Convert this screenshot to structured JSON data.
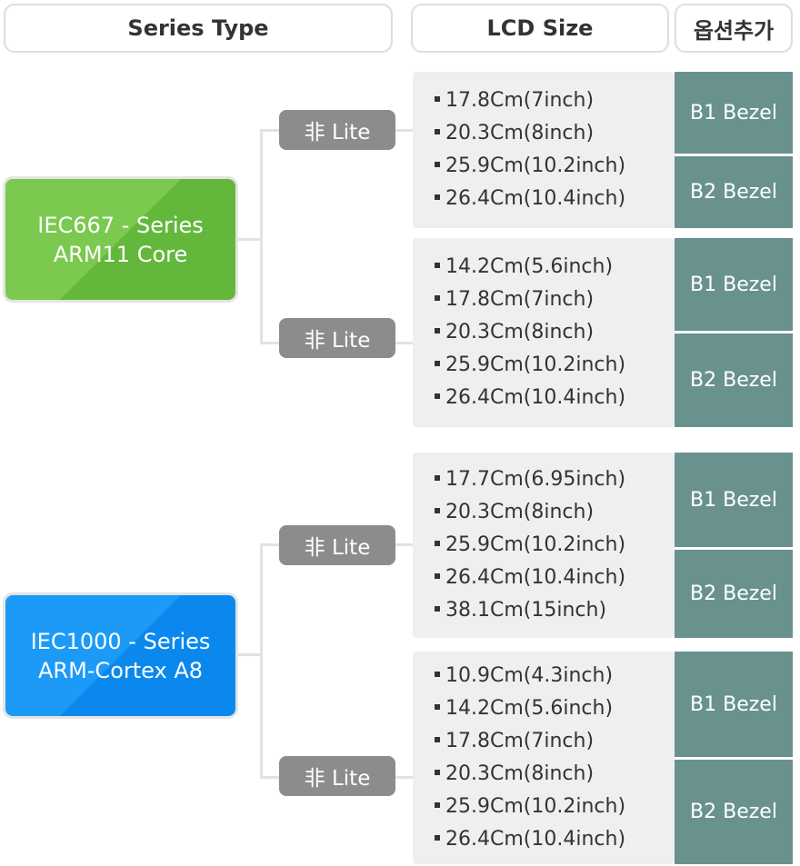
{
  "headers": {
    "series_type": "Series Type",
    "lcd_size": "LCD Size",
    "option": "옵션추가"
  },
  "colors": {
    "series_green": "#6cbf44",
    "series_blue": "#0d8ef5",
    "lite_badge": "#8c8c8c",
    "size_box": "#efefef",
    "bezel": "#69928f"
  },
  "groups": [
    {
      "series_line1": "IEC667 - Series",
      "series_line2": "ARM11 Core",
      "branches": [
        {
          "lite_label": "非 Lite",
          "sizes": [
            "17.8Cm(7inch)",
            "20.3Cm(8inch)",
            "25.9Cm(10.2inch)",
            "26.4Cm(10.4inch)"
          ],
          "bezels": [
            "B1 Bezel",
            "B2 Bezel"
          ]
        },
        {
          "lite_label": "非 Lite",
          "sizes": [
            "14.2Cm(5.6inch)",
            "17.8Cm(7inch)",
            "20.3Cm(8inch)",
            "25.9Cm(10.2inch)",
            "26.4Cm(10.4inch)"
          ],
          "bezels": [
            "B1 Bezel",
            "B2 Bezel"
          ]
        }
      ]
    },
    {
      "series_line1": "IEC1000 - Series",
      "series_line2": "ARM-Cortex A8",
      "branches": [
        {
          "lite_label": "非 Lite",
          "sizes": [
            "17.7Cm(6.95inch)",
            "20.3Cm(8inch)",
            "25.9Cm(10.2inch)",
            "26.4Cm(10.4inch)",
            "38.1Cm(15inch)"
          ],
          "bezels": [
            "B1 Bezel",
            "B2 Bezel"
          ]
        },
        {
          "lite_label": "非 Lite",
          "sizes": [
            "10.9Cm(4.3inch)",
            "14.2Cm(5.6inch)",
            "17.8Cm(7inch)",
            "20.3Cm(8inch)",
            "25.9Cm(10.2inch)",
            "26.4Cm(10.4inch)"
          ],
          "bezels": [
            "B1 Bezel",
            "B2 Bezel"
          ]
        }
      ]
    }
  ]
}
